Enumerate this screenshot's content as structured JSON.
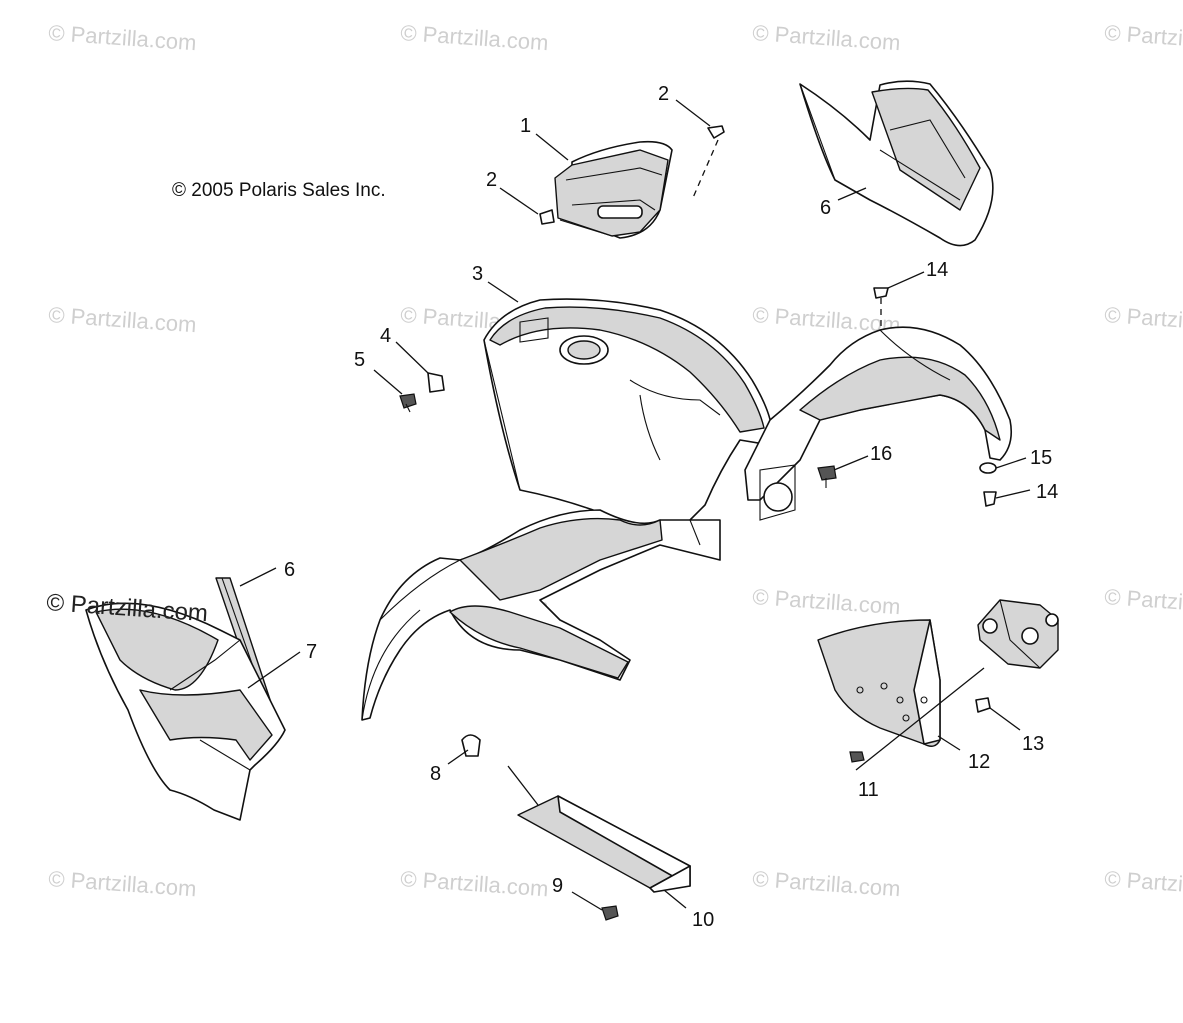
{
  "copyright": "© 2005 Polaris Sales Inc.",
  "watermark": "© Partzilla.com",
  "callouts": {
    "c1": "1",
    "c2a": "2",
    "c2b": "2",
    "c3": "3",
    "c4": "4",
    "c5": "5",
    "c6a": "6",
    "c6b": "6",
    "c7": "7",
    "c8": "8",
    "c9": "9",
    "c10": "10",
    "c11": "11",
    "c12": "12",
    "c13": "13",
    "c14a": "14",
    "c14b": "14",
    "c15": "15",
    "c16": "16"
  }
}
